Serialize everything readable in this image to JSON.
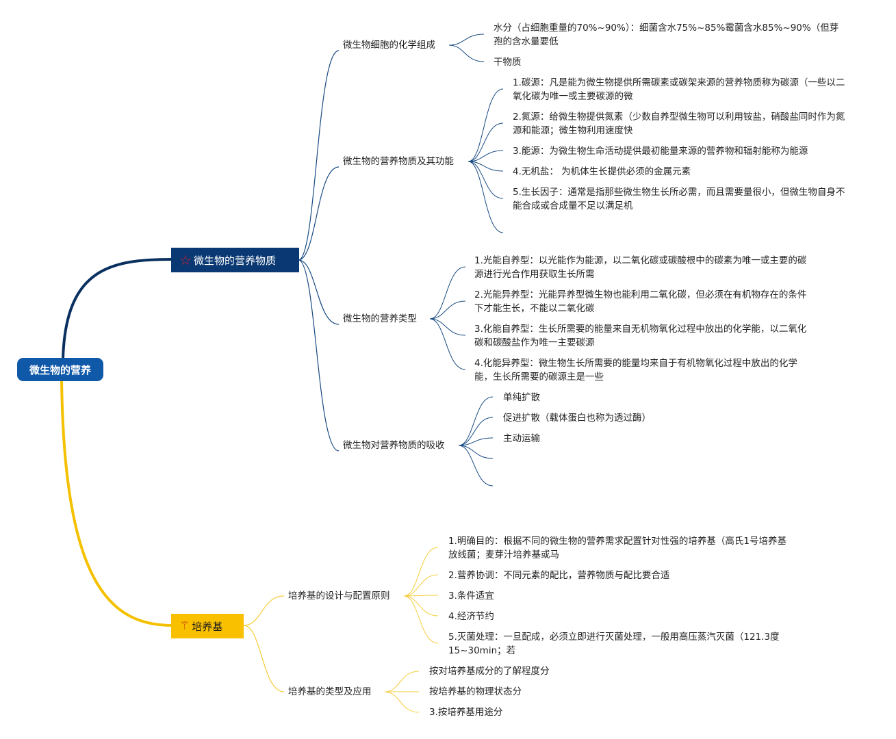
{
  "colors": {
    "root_fill": "#1058a8",
    "branch1_fill": "#0a3872",
    "branch1_text": "#ffffff",
    "branch1_icon": "#e0202a",
    "branch1_line": "#0a3060",
    "branch2_fill": "#f9c000",
    "branch2_text": "#1a1a1a",
    "branch2_icon": "#c84400",
    "branch2_line": "#f5c000",
    "sub_line_1": "#174a82",
    "sub_line_2": "#f6cd3c"
  },
  "root": {
    "label": "微生物的营养"
  },
  "branches": [
    {
      "label": "微生物的营养物质",
      "icon": "star-outline-icon",
      "subtopics": [
        {
          "label": "微生物细胞的化学组成",
          "leaves": [
            "水分（占细胞重量的70%~90%）：细菌含水75%~85%霉菌含水85%~90%（但芽孢的含水量要低",
            "干物质"
          ]
        },
        {
          "label": "微生物的营养物质及其功能",
          "leaves": [
            "1.碳源：凡是能为微生物提供所需碳素或碳架来源的营养物质称为碳源（一些以二氧化碳为唯一或主要碳源的微",
            "2.氮源：给微生物提供氮素（少数自养型微生物可以利用铵盐，硝酸盐同时作为氮源和能源；微生物利用速度快",
            "3.能源：为微生物生命活动提供最初能量来源的营养物和辐射能称为能源",
            "4.无机盐： 为机体生长提供必须的金属元素",
            "5.生长因子：通常是指那些微生物生长所必需，而且需要量很小，但微生物自身不能合成或合成量不足以满足机",
            ""
          ]
        },
        {
          "label": "微生物的营养类型",
          "leaves": [
            "1.光能自养型：以光能作为能源，以二氧化碳或碳酸根中的碳素为唯一或主要的碳源进行光合作用获取生长所需",
            "2.光能异养型：光能异养型微生物也能利用二氧化碳，但必须在有机物存在的条件下才能生长，不能以二氧化碳",
            "3.化能自养型：生长所需要的能量来自无机物氧化过程中放出的化学能，以二氧化碳和碳酸盐作为唯一主要碳源",
            "4.化能异养型：微生物生长所需要的能量均来自于有机物氧化过程中放出的化学能，生长所需要的碳源主是一些"
          ]
        },
        {
          "label": "微生物对营养物质的吸收",
          "leaves": [
            "单纯扩散",
            "促进扩散（载体蛋白也称为透过酶）",
            "主动运输",
            "",
            ""
          ]
        }
      ]
    },
    {
      "label": "培养基",
      "icon": "magic-wand-icon",
      "subtopics": [
        {
          "label": "培养基的设计与配置原则",
          "leaves": [
            "1.明确目的：根据不同的微生物的营养需求配置针对性强的培养基（高氏1号培养基放线菌；麦芽汁培养基或马",
            "2.营养协调：不同元素的配比，营养物质与配比要合适",
            "3.条件适宜",
            "4.经济节约",
            "5.灭菌处理：一旦配成，必须立即进行灭菌处理，一般用高压蒸汽灭菌（121.3度15~30min；若"
          ]
        },
        {
          "label": "培养基的类型及应用",
          "leaves": [
            "按对培养基成分的了解程度分",
            "按培养基的物理状态分",
            "3.按培养基用途分"
          ]
        }
      ]
    }
  ]
}
